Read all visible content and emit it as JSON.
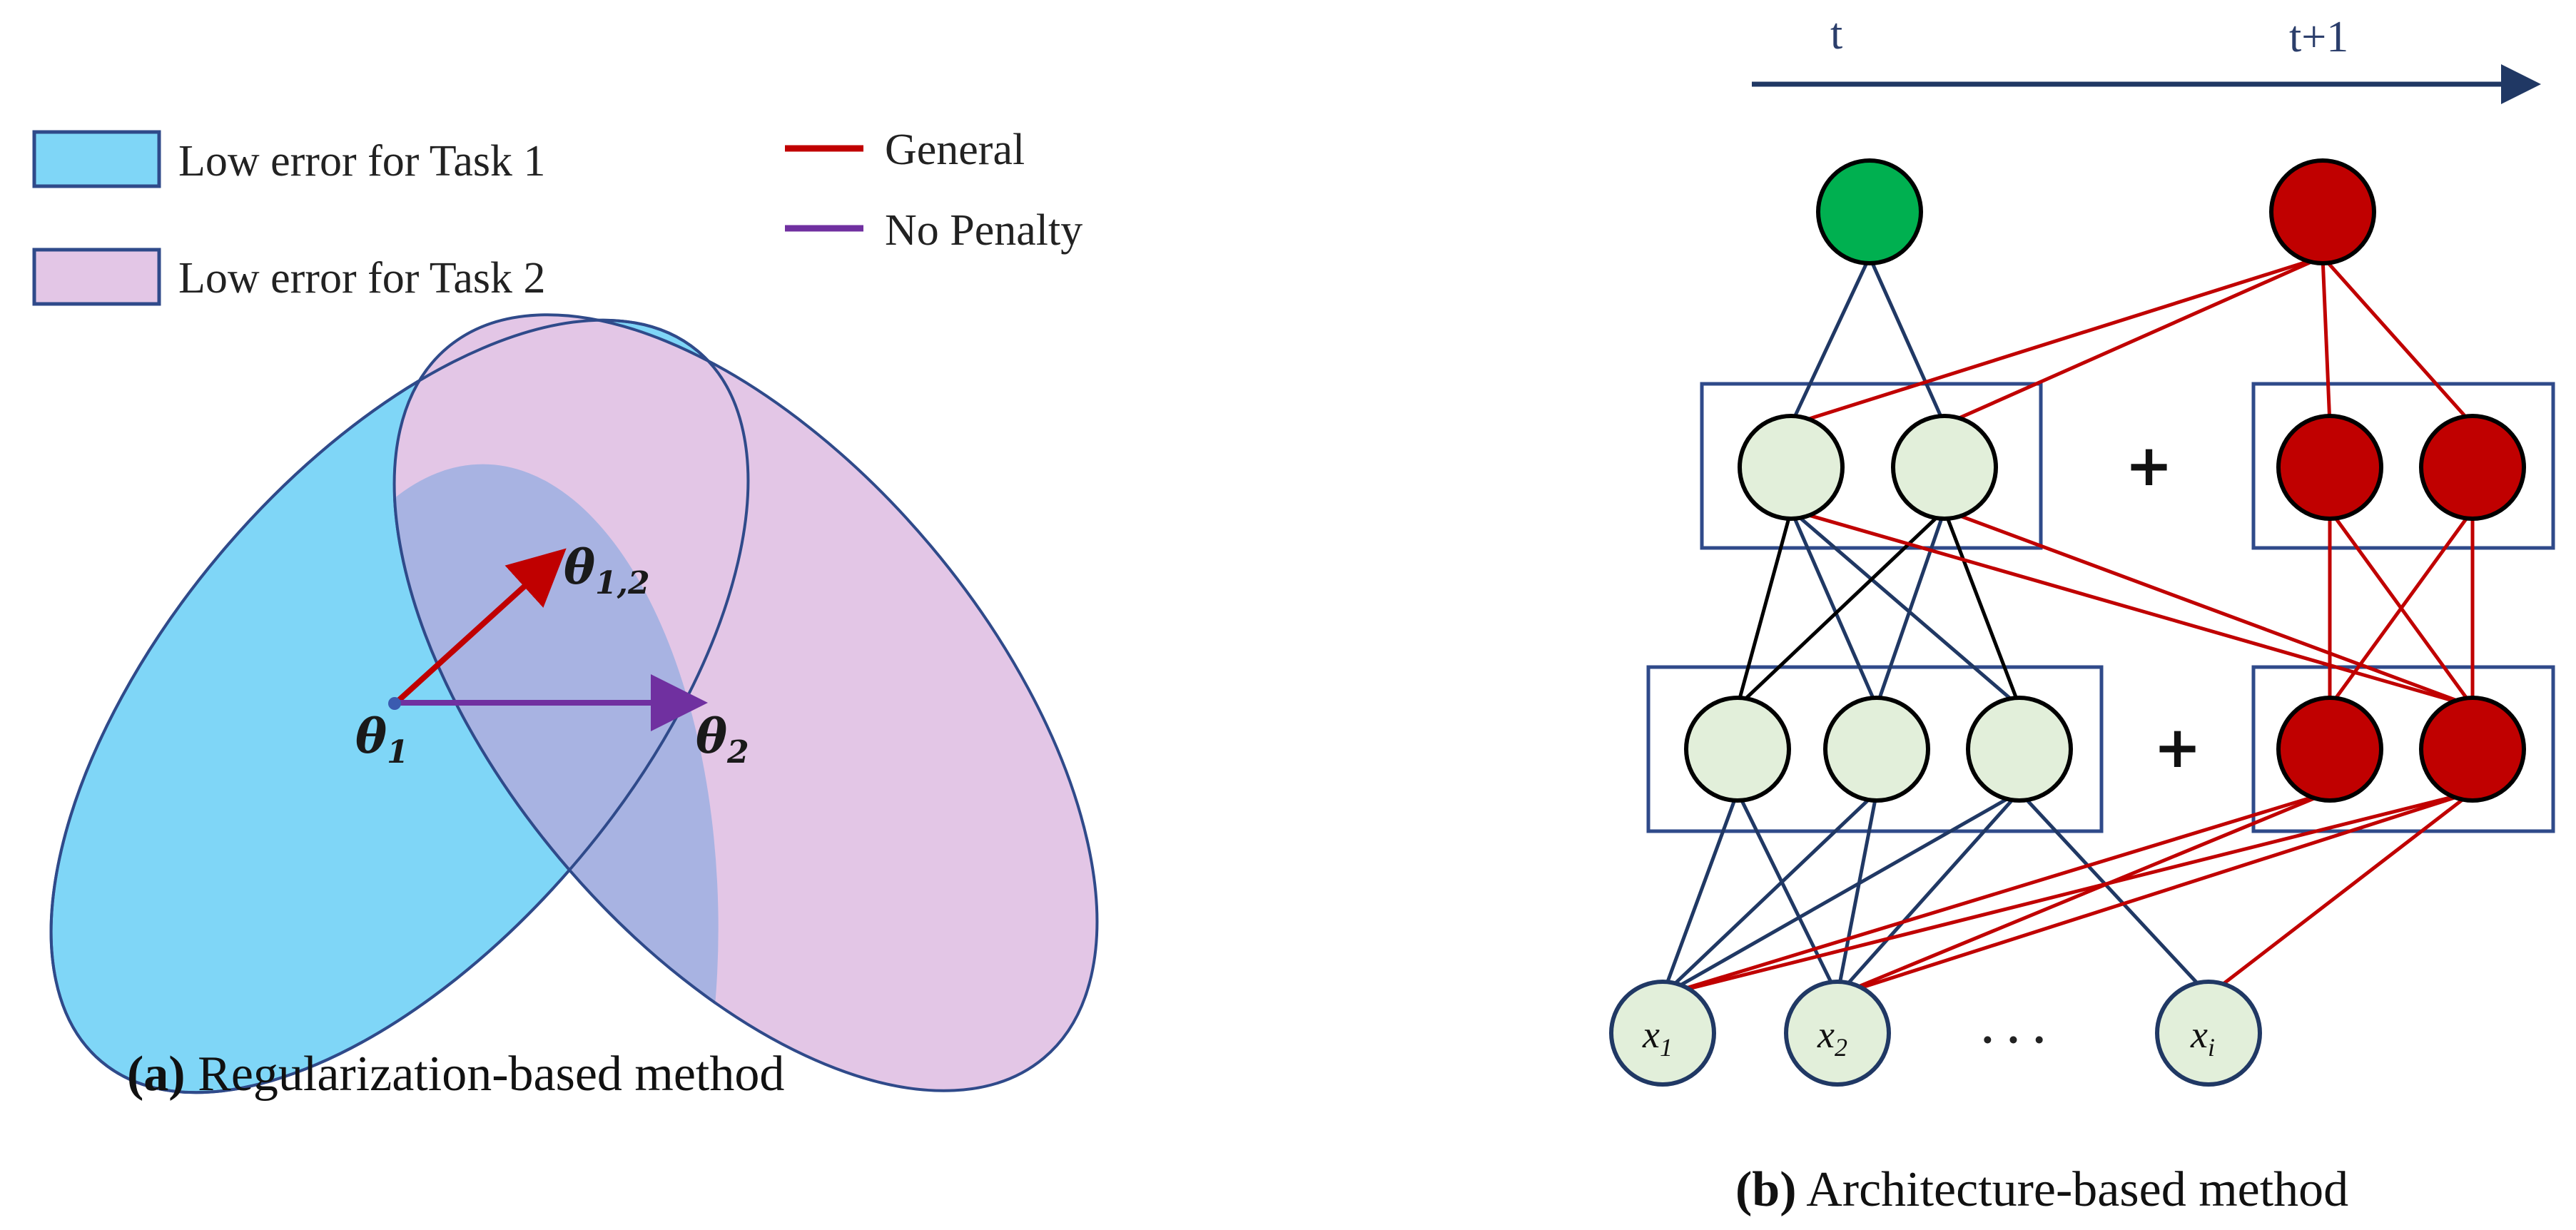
{
  "legend": {
    "task1": "Low error for Task 1",
    "task2": "Low error for Task 2",
    "general": "General",
    "no_penalty": "No Penalty"
  },
  "panel_a": {
    "theta1": "θ",
    "theta1_sub": "1",
    "theta2": "θ",
    "theta2_sub": "2",
    "theta12": "θ",
    "theta12_sub": "1,2",
    "caption_label": "(a)",
    "caption_text": "Regularization-based method"
  },
  "panel_b": {
    "time_t": "t",
    "time_t1": "t+1",
    "plus": "+",
    "ellipsis": "· · ·",
    "inputs": [
      {
        "sym": "x",
        "sub": "1"
      },
      {
        "sym": "x",
        "sub": "2"
      },
      {
        "sym": "x",
        "sub": "i"
      }
    ],
    "caption_label": "(b)",
    "caption_text": "Architecture-based method"
  },
  "colors": {
    "task1_fill": "#7fd6f7",
    "task2_fill": "#e3c6e6",
    "overlap_fill": "#a8b3e2",
    "outline": "#2f4a8a",
    "general_red": "#c00000",
    "no_penalty_purple": "#7030a0",
    "old_node": "#e2efda",
    "green_node": "#00b050",
    "navy": "#203864"
  }
}
